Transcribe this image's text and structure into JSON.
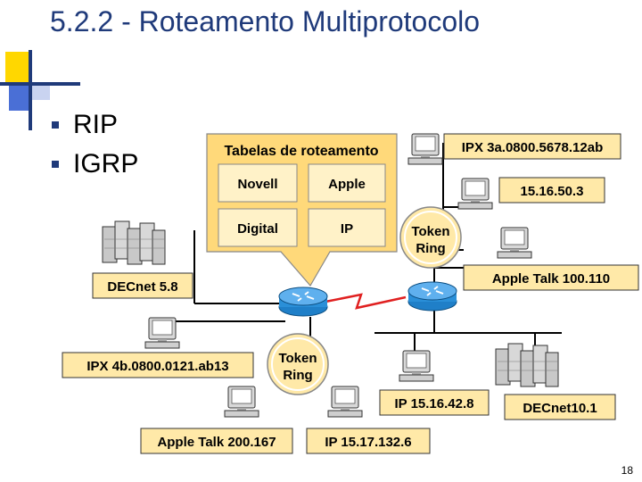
{
  "slide": {
    "title": "5.2.2 - Roteamento Multiprotocolo",
    "bullets": [
      "RIP",
      "IGRP"
    ],
    "page_number": "18"
  },
  "diagram": {
    "routing_tables": {
      "title": "Tabelas de roteamento",
      "cells": [
        "Novell",
        "Apple",
        "Digital",
        "IP"
      ]
    },
    "token_ring_label_line1": "Token",
    "token_ring_label_line2": "Ring",
    "labels": {
      "ipx_3a": "IPX 3a.0800.5678.12ab",
      "ip_15_16_50_3": "15.16.50.3",
      "apple_talk_100_110": "Apple Talk 100.110",
      "decnet_5_8": "DECnet 5.8",
      "ipx_4b": "IPX 4b.0800.0121.ab13",
      "ip_15_16_42_8": "IP 15.16.42.8",
      "decnet_10_1": "DECnet10.1",
      "apple_talk_200_167": "Apple Talk 200.167",
      "ip_15_17_132_6": "IP 15.17.132.6"
    },
    "colors": {
      "label_fill": "#ffe9a8",
      "table_fill": "#ffd97a",
      "router_blue": "#1f7fc8",
      "link_red": "#e02020"
    }
  }
}
